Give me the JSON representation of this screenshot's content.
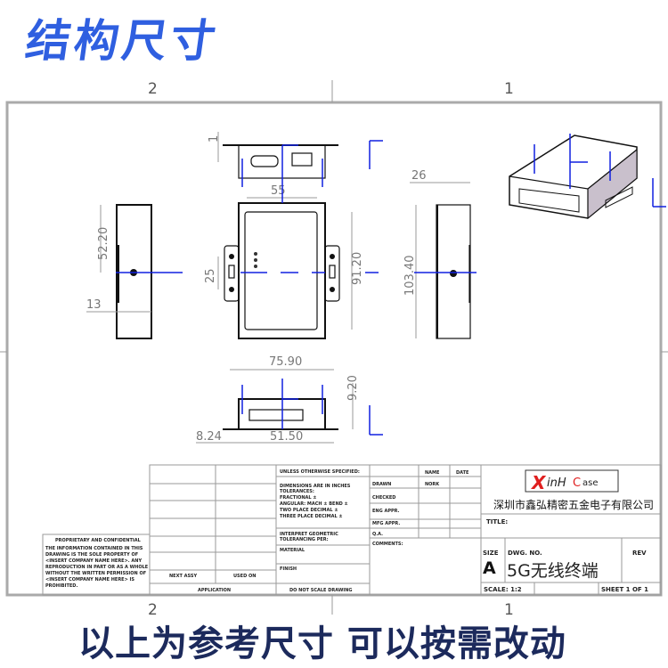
{
  "header": {
    "title": "结构尺寸"
  },
  "footer": {
    "note": "以上为参考尺寸 可以按需改动"
  },
  "zones": {
    "top_left": "2",
    "top_right": "1",
    "bottom_left": "2",
    "bottom_right": "1"
  },
  "dimensions": {
    "rear_flange": "1",
    "width_inner": "55",
    "side_height": "52.20",
    "hole_spacing": "25",
    "side_offset": "13",
    "length": "91.20",
    "overall_width": "75.90",
    "depth": "26",
    "overall_length": "103.40",
    "front_height": "9.20",
    "front_offset": "8.24",
    "front_width": "51.50"
  },
  "title_block": {
    "proprietary_title": "PROPRIETARY AND CONFIDENTIAL",
    "proprietary_text": [
      "THE INFORMATION CONTAINED IN THIS",
      "DRAWING IS THE SOLE PROPERTY OF",
      "<INSERT COMPANY NAME HERE>.  ANY",
      "REPRODUCTION IN PART OR AS A WHOLE",
      "WITHOUT THE WRITTEN PERMISSION OF",
      "<INSERT COMPANY NAME HERE> IS",
      "PROHIBITED."
    ],
    "next_assy": "NEXT ASSY",
    "used_on": "USED ON",
    "application": "APPLICATION",
    "unless": "UNLESS OTHERWISE SPECIFIED:",
    "tolerances": [
      "DIMENSIONS ARE IN INCHES",
      "TOLERANCES:",
      "FRACTIONAL ±",
      "ANGULAR: MACH ±    BEND ±",
      "TWO PLACE DECIMAL    ±",
      "THREE PLACE DECIMAL   ±"
    ],
    "interpret": [
      "INTERPRET GEOMETRIC",
      "TOLERANCING PER:"
    ],
    "material": "MATERIAL",
    "finish": "FINISH",
    "do_not_scale": "DO NOT SCALE DRAWING",
    "name_col": "NAME",
    "date_col": "DATE",
    "drawn": "DRAWN",
    "drawn_name": "NORK",
    "checked": "CHECKED",
    "eng_appr": "ENG APPR.",
    "mfg_appr": "MFG APPR.",
    "qa": "Q.A.",
    "comments": "COMMENTS:",
    "logo": "XinHCase",
    "company": "深圳市鑫弘精密五金电子有限公司",
    "title_label": "TITLE:",
    "size_label": "SIZE",
    "size": "A",
    "dwg_no_label": "DWG.  NO.",
    "dwg_no": "5G无线终端",
    "rev_label": "REV",
    "scale": "SCALE: 1:2",
    "sheet": "SHEET 1 OF 1"
  },
  "colors": {
    "header": "#2f5fe0",
    "footer": "#1c2a5c",
    "axis_markers": "#1020e0",
    "logo_red": "#e02020"
  }
}
